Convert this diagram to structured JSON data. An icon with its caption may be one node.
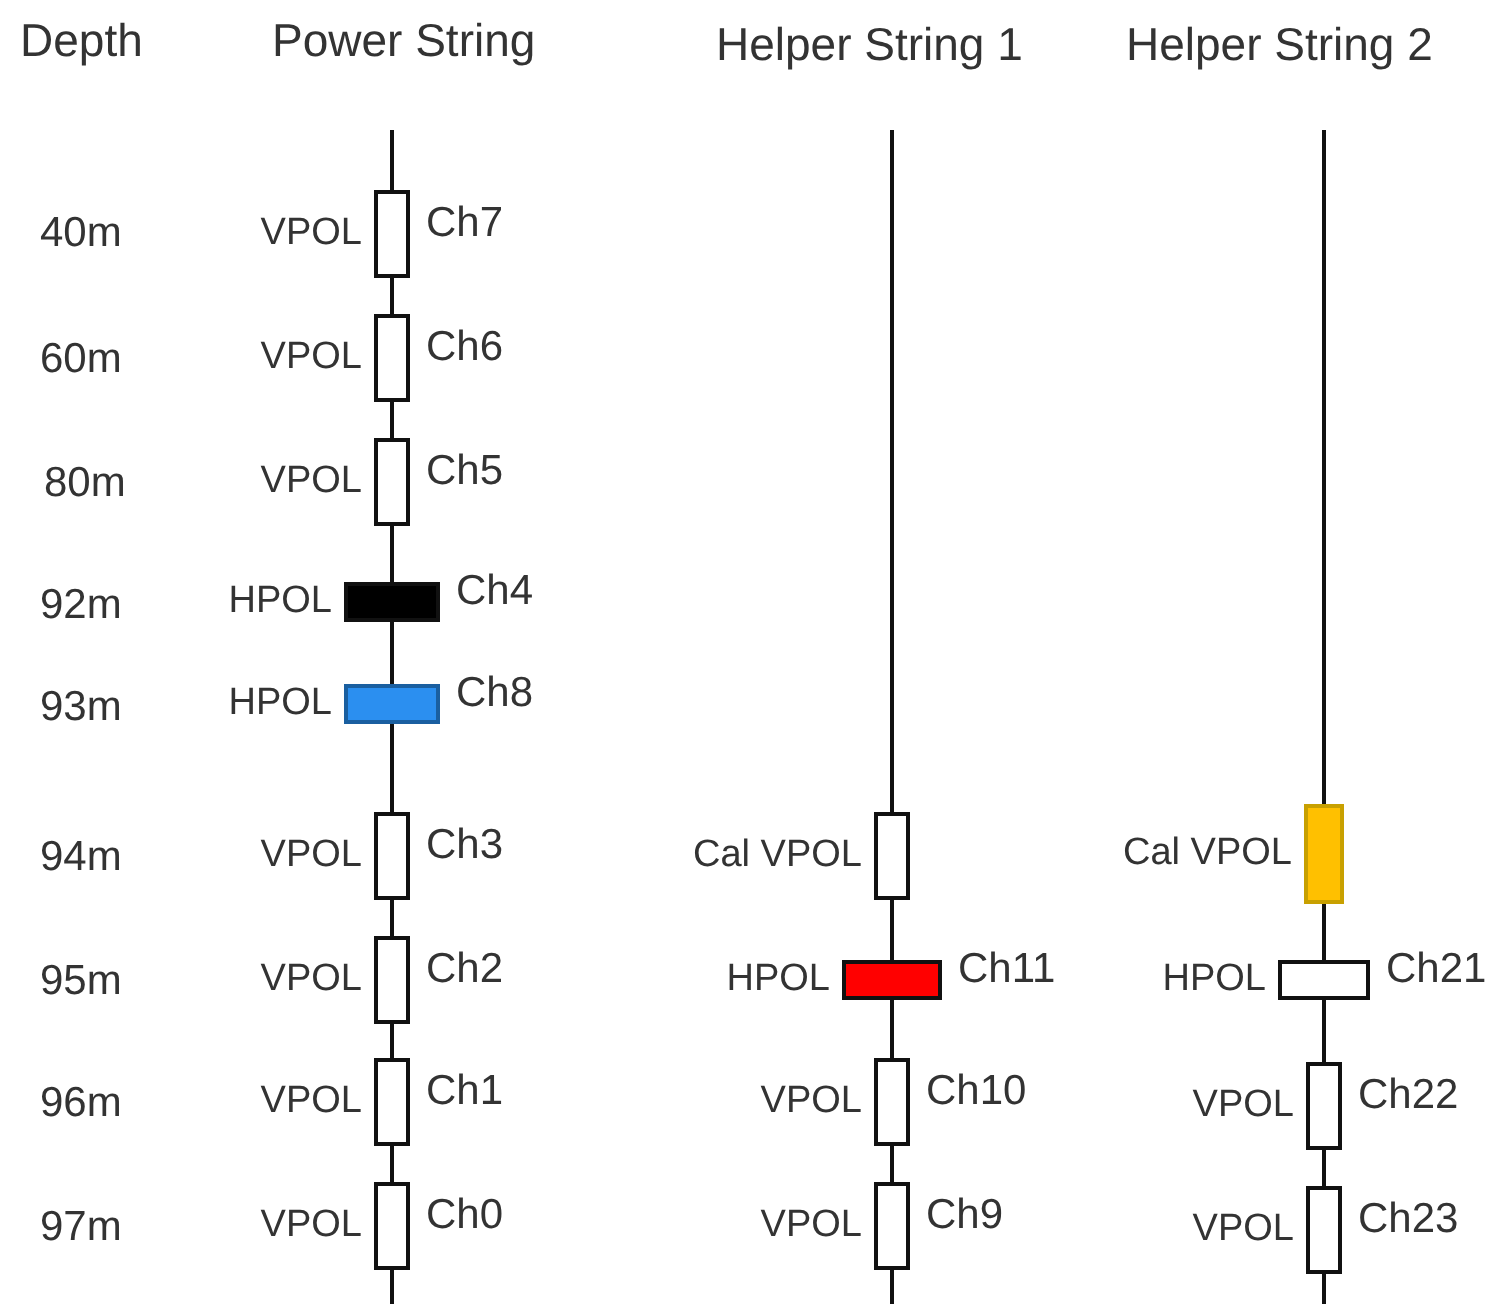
{
  "diagram": {
    "nodes": [
      {
        "text": [],
        "shape": "box",
        "beside": [
          "VPOL",
          "Ch7"
        ]
      },
      {
        "text": [],
        "shape": "box",
        "beside": [
          "VPOL",
          "Ch6"
        ]
      },
      {
        "text": [],
        "shape": "box",
        "beside": [
          "VPOL",
          "Ch5"
        ]
      },
      {
        "text": [],
        "shape": "box",
        "beside": [
          "HPOL",
          "Ch4"
        ]
      },
      {
        "text": [],
        "shape": "box",
        "beside": [
          "HPOL",
          "Ch8"
        ]
      },
      {
        "text": [],
        "shape": "box",
        "beside": [
          "VPOL",
          "Ch3"
        ]
      },
      {
        "text": [],
        "shape": "box",
        "beside": [
          "VPOL",
          "Ch2"
        ]
      },
      {
        "text": [],
        "shape": "box",
        "beside": [
          "VPOL",
          "Ch1"
        ]
      },
      {
        "text": [],
        "shape": "box",
        "beside": [
          "VPOL",
          "Ch0"
        ]
      },
      {
        "text": [],
        "shape": "box",
        "beside": [
          "Cal VPOL"
        ]
      },
      {
        "text": [],
        "shape": "box",
        "beside": [
          "HPOL",
          "Ch11"
        ]
      },
      {
        "text": [],
        "shape": "box",
        "beside": [
          "VPOL",
          "Ch10"
        ]
      },
      {
        "text": [],
        "shape": "box",
        "beside": [
          "VPOL",
          "Ch9"
        ]
      },
      {
        "text": [],
        "shape": "box",
        "beside": [
          "Cal VPOL"
        ]
      },
      {
        "text": [],
        "shape": "box",
        "beside": [
          "HPOL",
          "Ch21"
        ]
      },
      {
        "text": [],
        "shape": "box",
        "beside": [
          "VPOL",
          "Ch22"
        ]
      },
      {
        "text": [],
        "shape": "box",
        "beside": [
          "VPOL",
          "Ch23"
        ]
      }
    ],
    "edges": [
      {
        "from": 0,
        "to": 1,
        "arrow": "none"
      },
      {
        "from": 1,
        "to": 2,
        "arrow": "none"
      },
      {
        "from": 2,
        "to": 3,
        "arrow": "none"
      },
      {
        "from": 3,
        "to": 4,
        "arrow": "none"
      },
      {
        "from": 4,
        "to": 5,
        "arrow": "none"
      },
      {
        "from": 5,
        "to": 6,
        "arrow": "none"
      },
      {
        "from": 6,
        "to": 7,
        "arrow": "none"
      },
      {
        "from": 7,
        "to": 8,
        "arrow": "none"
      },
      {
        "from": 9,
        "to": 10,
        "arrow": "none"
      },
      {
        "from": 10,
        "to": 11,
        "arrow": "none"
      },
      {
        "from": 11,
        "to": 12,
        "arrow": "none"
      },
      {
        "from": 13,
        "to": 14,
        "arrow": "none"
      },
      {
        "from": 14,
        "to": 15,
        "arrow": "none"
      },
      {
        "from": 15,
        "to": 16,
        "arrow": "none"
      }
    ],
    "labels": [
      "Depth",
      "Power String",
      "Helper String 1",
      "Helper String 2",
      "40m",
      "60m",
      "80m",
      "92m",
      "93m",
      "94m",
      "95m",
      "96m",
      "97m"
    ]
  }
}
